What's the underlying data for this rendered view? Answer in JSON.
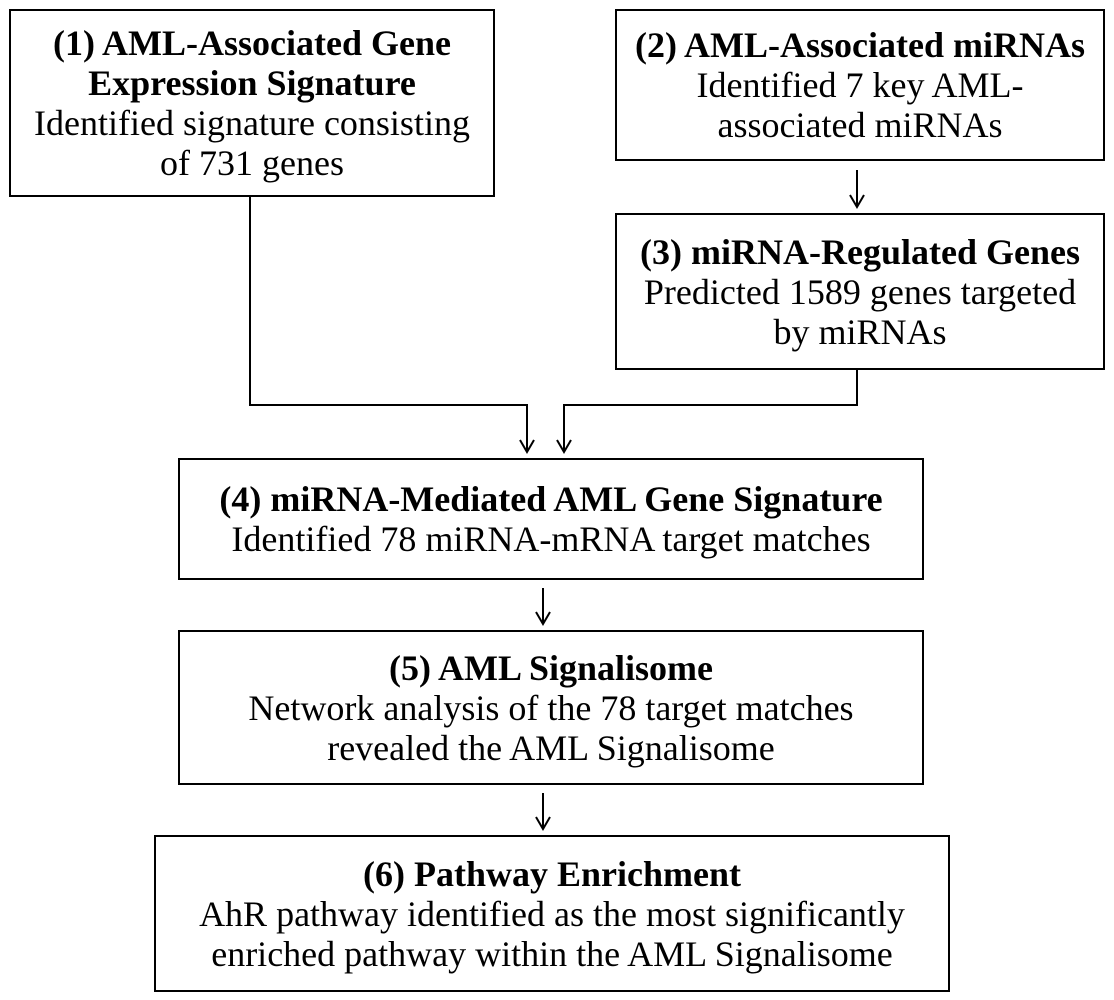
{
  "diagram": {
    "nodes": [
      {
        "id": "n1",
        "title": "(1) AML-Associated Gene Expression Signature",
        "desc": "Identified signature consisting of 731 genes"
      },
      {
        "id": "n2",
        "title": "(2) AML-Associated miRNAs",
        "desc": "Identified 7 key AML-associated miRNAs"
      },
      {
        "id": "n3",
        "title": "(3) miRNA-Regulated Genes",
        "desc": "Predicted 1589 genes targeted by miRNAs"
      },
      {
        "id": "n4",
        "title": "(4) miRNA-Mediated AML Gene Signature",
        "desc": "Identified 78 miRNA-mRNA target matches"
      },
      {
        "id": "n5",
        "title": "(5) AML Signalisome",
        "desc": "Network analysis of the 78 target matches revealed the AML Signalisome"
      },
      {
        "id": "n6",
        "title": "(6) Pathway Enrichment",
        "desc": "AhR pathway identified as the most significantly enriched pathway within the AML Signalisome"
      }
    ],
    "edges": [
      {
        "from": "n1",
        "to": "n4"
      },
      {
        "from": "n2",
        "to": "n3"
      },
      {
        "from": "n3",
        "to": "n4"
      },
      {
        "from": "n4",
        "to": "n5"
      },
      {
        "from": "n5",
        "to": "n6"
      }
    ],
    "colors": {
      "line": "#000000",
      "box_border": "#000000",
      "text": "#000000",
      "background": "#ffffff"
    }
  }
}
